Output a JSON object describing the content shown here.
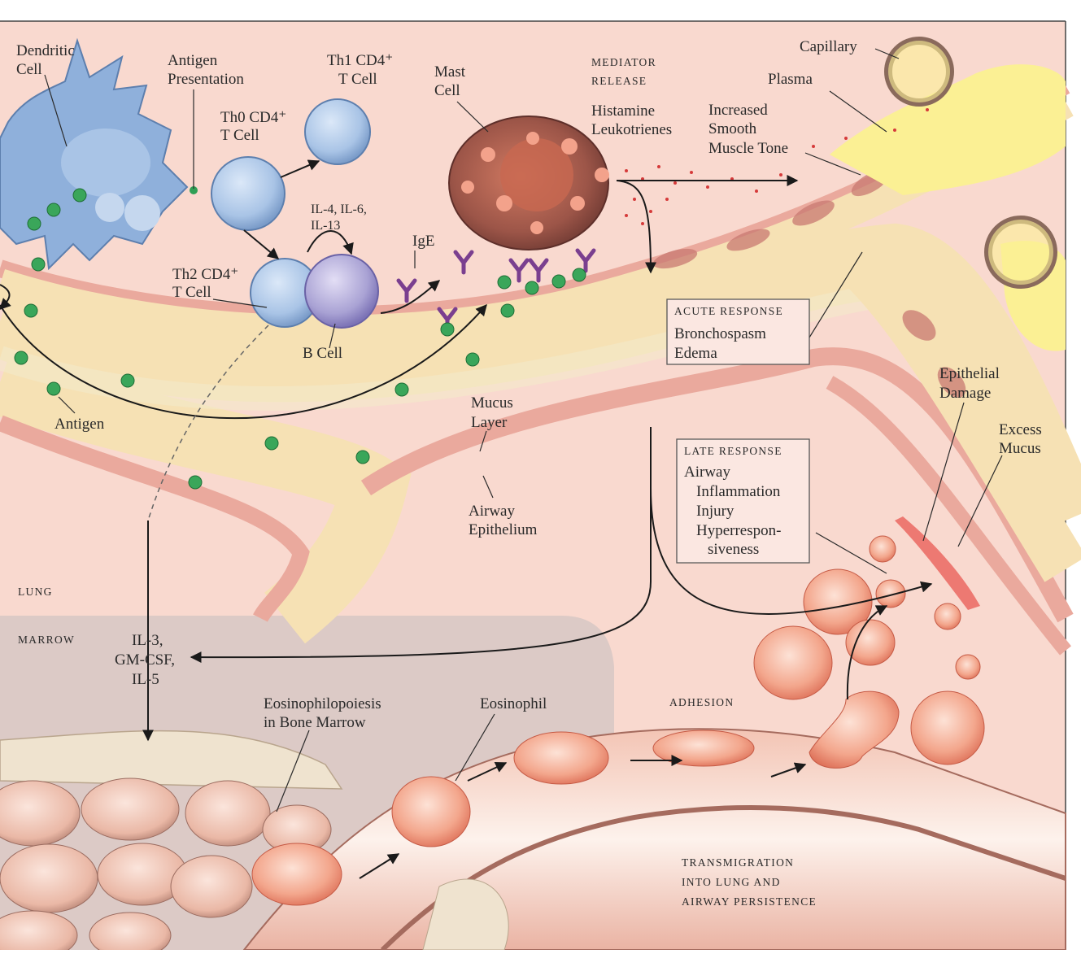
{
  "labels": {
    "dendritic_cell": [
      "Dendritic",
      "Cell"
    ],
    "antigen_presentation": [
      "Antigen",
      "Presentation"
    ],
    "th1_cell": [
      "Th1 CD4⁺",
      "T Cell"
    ],
    "th0_cell": [
      "Th0 CD4⁺",
      "T Cell"
    ],
    "mast_cell": [
      "Mast",
      "Cell"
    ],
    "mediator_release": [
      "MEDIATOR",
      "RELEASE"
    ],
    "histamine": [
      "Histamine",
      "Leukotrienes"
    ],
    "smooth_muscle": [
      "Increased",
      "Smooth",
      "Muscle Tone"
    ],
    "capillary": "Capillary",
    "plasma": "Plasma",
    "interleukins_b": [
      "IL-4, IL-6,",
      "IL-13"
    ],
    "ige": "IgE",
    "th2_cell": [
      "Th2 CD4⁺",
      "T Cell"
    ],
    "b_cell": "B Cell",
    "antigen": "Antigen",
    "mucus_layer": [
      "Mucus",
      "Layer"
    ],
    "airway_epithelium": [
      "Airway",
      "Epithelium"
    ],
    "acute_response": {
      "title": "ACUTE RESPONSE",
      "lines": [
        "Bronchospasm",
        "Edema"
      ]
    },
    "late_response": {
      "title": "LATE RESPONSE",
      "lines": [
        "Airway",
        "Inflammation",
        "Injury",
        "Hyperrespon-",
        "siveness"
      ]
    },
    "epithelial_damage": [
      "Epithelial",
      "Damage"
    ],
    "excess_mucus": [
      "Excess",
      "Mucus"
    ],
    "lung": "LUNG",
    "marrow": "MARROW",
    "cytokines": [
      "IL-3,",
      "GM-CSF,",
      "IL-5"
    ],
    "eosinophilopoiesis": [
      "Eosinophilopoiesis",
      "in Bone Marrow"
    ],
    "eosinophil": "Eosinophil",
    "adhesion": "ADHESION",
    "transmigration": [
      "TRANSMIGRATION",
      "INTO LUNG AND",
      "AIRWAY PERSISTENCE"
    ]
  },
  "colors": {
    "background": "#f9d9cf",
    "airway_wall": "#f3b9ad",
    "lumen": "#f6e1b4",
    "marrow_zone": "#dccac6",
    "cell_blue": "#a9c4e6",
    "mast_cell": "#b9685a",
    "eosinophil": "#ee8a72",
    "antigen": "#3aa65a",
    "antibody": "#7a3f8f"
  }
}
